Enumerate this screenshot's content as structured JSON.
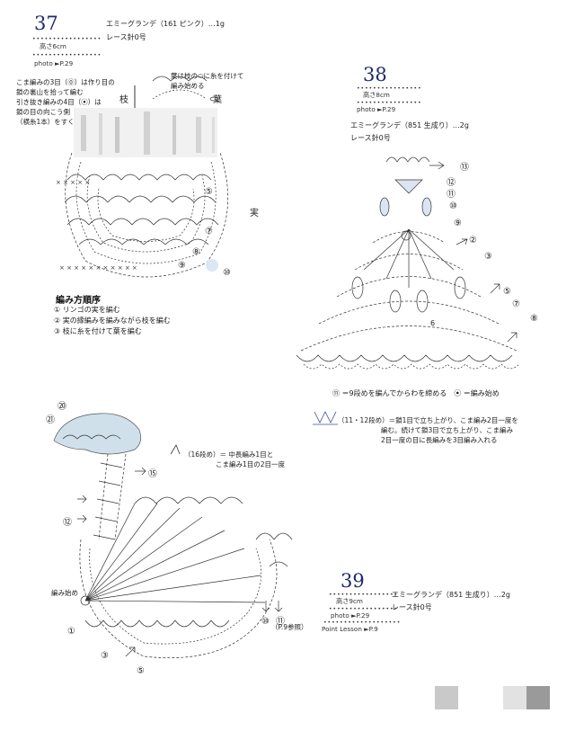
{
  "pattern37": {
    "number": "37",
    "height": "高さ6cm",
    "photo_ref": "photo ►P.29",
    "yarn": "エミーグランデ（161 ピンク）…1g",
    "hook": "レース針0号",
    "note_left": [
      "こま編みの3目（⓪）は作り目の",
      "鎖の裏山を拾って編む",
      "引き抜き編みの4目（⦿）は",
      "鎖の目の向こう側",
      "（横糸1本）をすくう"
    ],
    "note_top": [
      "葉は枝の⬭に糸を付けて",
      "編み始める"
    ],
    "label_branch": "枝",
    "label_leaf": "葉",
    "label_fruit": "実",
    "order_title": "編み方順序",
    "order_steps": [
      "① リンゴの実を編む",
      "② 実の縁編みを編みながら枝を編む",
      "③ 枝に糸を付けて葉を編む"
    ],
    "round_marks": [
      "⑤",
      "⑦",
      "⑧",
      "⑨",
      "⑩"
    ]
  },
  "pattern38": {
    "number": "38",
    "height": "高さ8cm",
    "photo_ref": "photo ►P.29",
    "yarn": "エミーグランデ（851 生成り）…2g",
    "hook": "レース針0号",
    "round_marks": [
      "⑬",
      "⑫",
      "⑪",
      "⑩",
      "⑨",
      "②",
      "③",
      "⑤",
      "⑦",
      "⑧"
    ],
    "legend1": "⑪ ＝9段めを編んでからわを締める　⦿ ＝編み始め",
    "legend2": [
      "（11・12段め）＝鎖1目で立ち上がり、こま編み2目一度を",
      "編む。続けて鎖3目で立ち上がり、こま編み",
      "2目一度の目に長編みを3目編み入れる"
    ],
    "center_label": "6"
  },
  "pattern39": {
    "number": "39",
    "height": "高さ9cm",
    "photo_ref": "photo ►P.29",
    "point_lesson": "Point Lesson ►P.9",
    "yarn": "エミーグランデ（851 生成り）…2g",
    "hook": "レース針0号",
    "legend16": [
      "（16段め）＝ 中長編み1目と",
      "こま編み1目の2目一度"
    ],
    "start_label": "編み始め",
    "round_marks": [
      "⑳",
      "㉑",
      "⑮",
      "⑫",
      "①",
      "③",
      "⑤",
      "⑩",
      "⑪"
    ],
    "ref": "（P.9参照）"
  }
}
